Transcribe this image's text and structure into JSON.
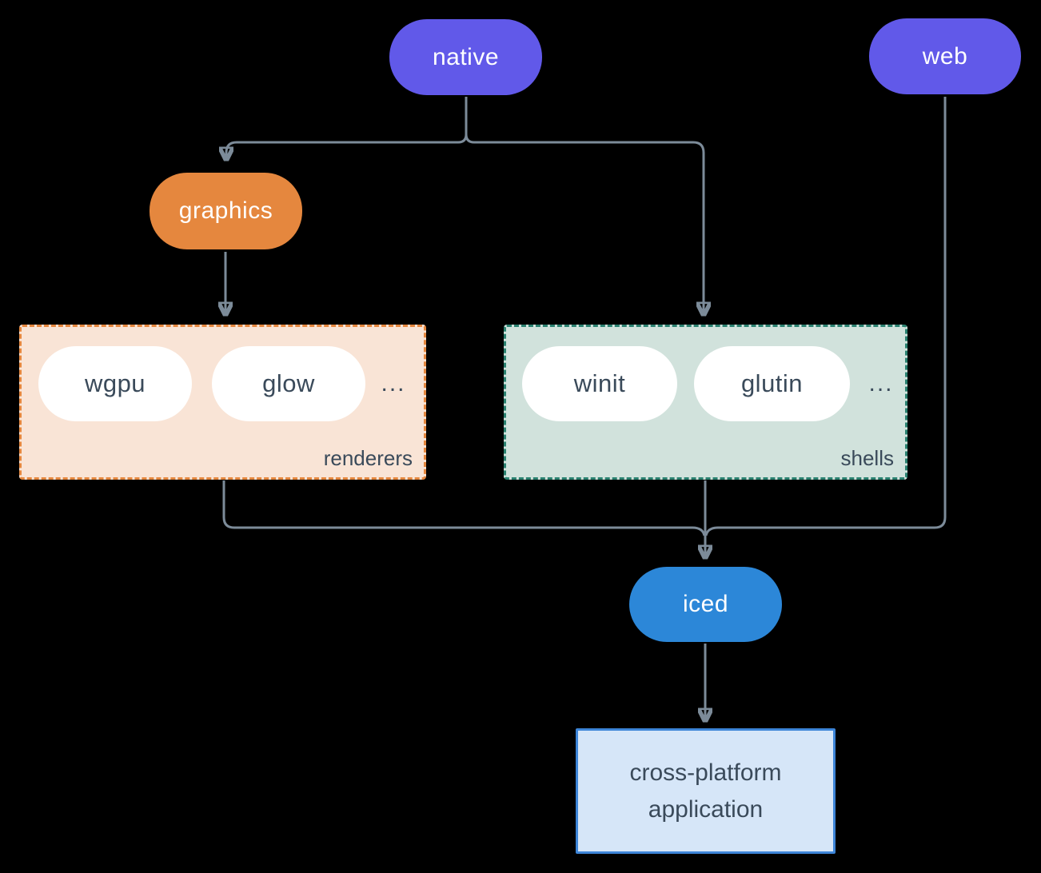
{
  "nodes": {
    "native": "native",
    "web": "web",
    "graphics": "graphics",
    "iced": "iced"
  },
  "groups": {
    "renderers": {
      "label": "renderers",
      "items": [
        "wgpu",
        "glow"
      ],
      "more": "..."
    },
    "shells": {
      "label": "shells",
      "items": [
        "winit",
        "glutin"
      ],
      "more": "..."
    }
  },
  "application": {
    "line1": "cross-platform",
    "line2": "application"
  },
  "colors": {
    "background": "#000000",
    "platform": "#6159e9",
    "graphics": "#e5873e",
    "iced": "#2c87d8",
    "renderers_fill": "#f9e4d6",
    "renderers_border": "#e5873e",
    "shells_fill": "#d1e2dc",
    "shells_border": "#2a8170",
    "application_fill": "#d6e6f8",
    "application_border": "#3d85d8",
    "connector": "#7c8b99",
    "dark_text": "#3a4a5a",
    "pill_text": "#ffffff"
  }
}
